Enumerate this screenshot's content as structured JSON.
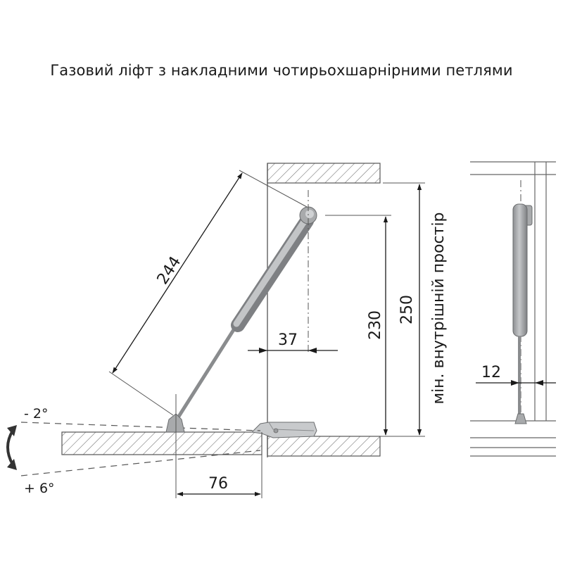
{
  "title": "Газовий ліфт з накладними чотирьохшарнірними петлями",
  "dimensions": {
    "lift_length": "244",
    "inner_height": "230",
    "total_height": "250",
    "offset_37": "37",
    "offset_76": "76",
    "offset_12": "12"
  },
  "labels": {
    "min_space": "мін. внутрішній простір",
    "angle_minus": "- 2°",
    "angle_plus": "+ 6°"
  }
}
